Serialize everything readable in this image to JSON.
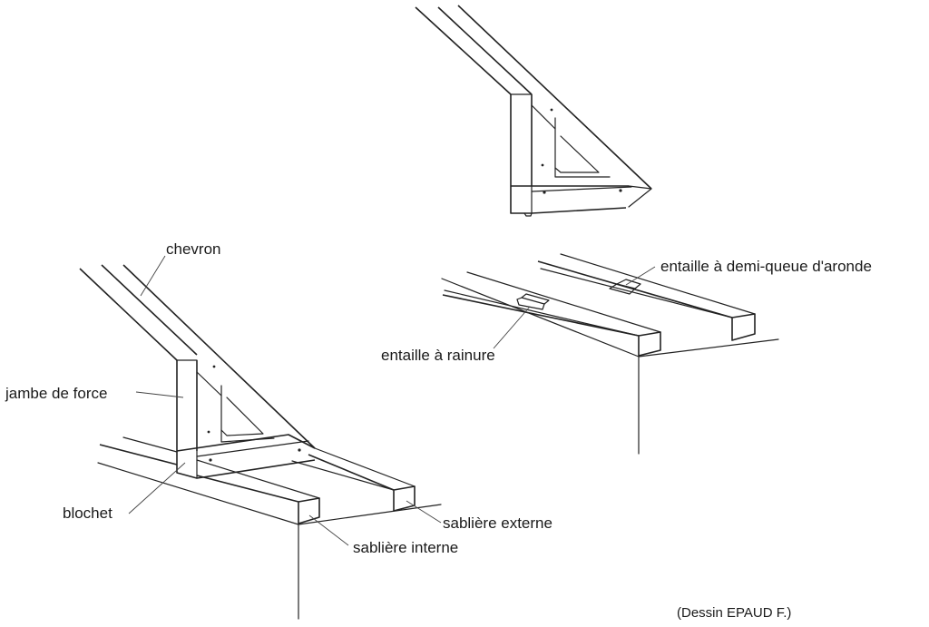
{
  "labels": {
    "chevron": "chevron",
    "jambe_de_force": "jambe de force",
    "blochet": "blochet",
    "sabliere_externe": "sablière externe",
    "sabliere_interne": "sablière interne",
    "entaille_demi_queue": "entaille à demi-queue d'aronde",
    "entaille_rainure": "entaille à rainure",
    "credit": "(Dessin EPAUD F.)"
  }
}
